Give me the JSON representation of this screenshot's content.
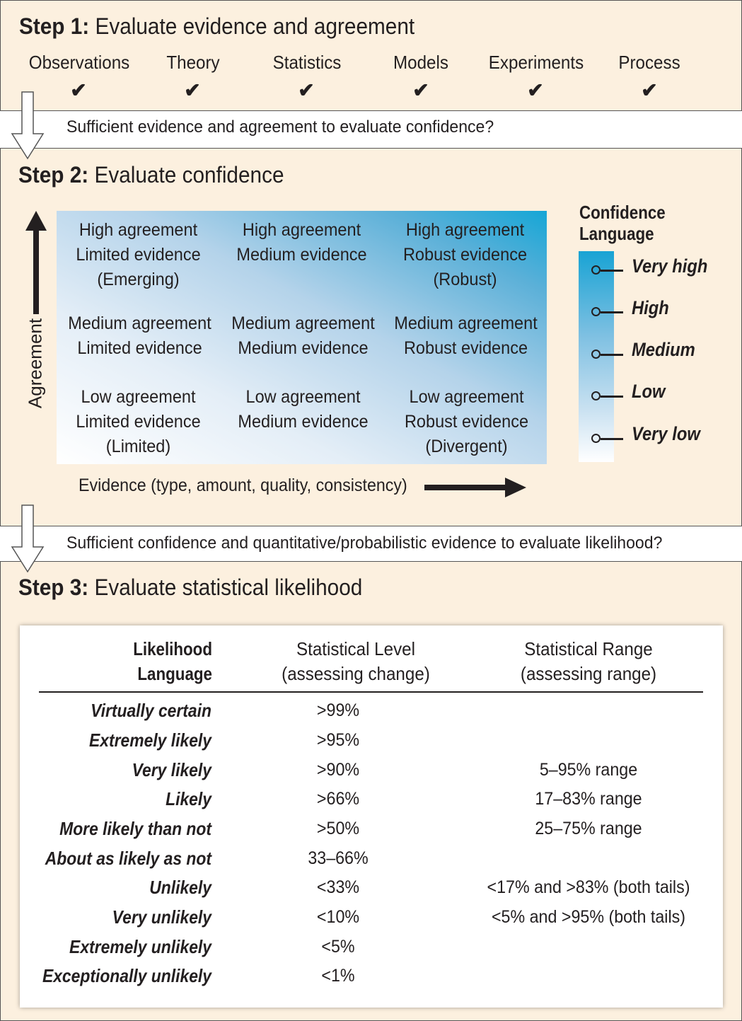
{
  "step1": {
    "title_bold": "Step 1:",
    "title_text": " Evaluate evidence and agreement",
    "categories": [
      "Observations",
      "Theory",
      "Statistics",
      "Models",
      "Experiments",
      "Process"
    ],
    "check": "✔"
  },
  "question1": "Sufficient evidence and agreement to evaluate confidence?",
  "step2": {
    "title_bold": "Step 2:",
    "title_text": " Evaluate confidence",
    "cells": [
      {
        "lines": [
          "High agreement",
          "Limited evidence",
          "(Emerging)"
        ]
      },
      {
        "lines": [
          "High agreement",
          "Medium evidence"
        ]
      },
      {
        "lines": [
          "High agreement",
          "Robust evidence",
          "(Robust)"
        ]
      },
      {
        "lines": [
          "Medium agreement",
          "Limited evidence"
        ]
      },
      {
        "lines": [
          "Medium agreement",
          "Medium evidence"
        ]
      },
      {
        "lines": [
          "Medium agreement",
          "Robust evidence"
        ]
      },
      {
        "lines": [
          "Low agreement",
          "Limited evidence",
          "(Limited)"
        ]
      },
      {
        "lines": [
          "Low agreement",
          "Medium evidence"
        ]
      },
      {
        "lines": [
          "Low agreement",
          "Robust evidence",
          "(Divergent)"
        ]
      }
    ],
    "agreement_label": "Agreement",
    "evidence_label": "Evidence (type, amount, quality, consistency)",
    "legend_title_1": "Confidence",
    "legend_title_2": "Language",
    "levels": [
      "Very high",
      "High",
      "Medium",
      "Low",
      "Very low"
    ]
  },
  "question2": "Sufficient confidence and quantitative/probabilistic evidence to evaluate likelihood?",
  "step3": {
    "title_bold": "Step 3:",
    "title_text": " Evaluate statistical likelihood",
    "header": {
      "col1_1": "Likelihood",
      "col1_2": "Language",
      "col2_1": "Statistical Level",
      "col2_2": "(assessing change)",
      "col3_1": "Statistical Range",
      "col3_2": "(assessing range)"
    },
    "rows": [
      {
        "label": "Virtually certain",
        "level": ">99%",
        "range": ""
      },
      {
        "label": "Extremely likely",
        "level": ">95%",
        "range": ""
      },
      {
        "label": "Very likely",
        "level": ">90%",
        "range": "5–95% range"
      },
      {
        "label": "Likely",
        "level": ">66%",
        "range": "17–83% range"
      },
      {
        "label": "More likely than not",
        "level": ">50%",
        "range": "25–75% range"
      },
      {
        "label": "About as likely as not",
        "level": "33–66%",
        "range": ""
      },
      {
        "label": "Unlikely",
        "level": "<33%",
        "range": "<17% and >83% (both tails)"
      },
      {
        "label": "Very unlikely",
        "level": "<10%",
        "range": "<5% and >95% (both tails)"
      },
      {
        "label": "Extremely unlikely",
        "level": "<5%",
        "range": ""
      },
      {
        "label": "Exceptionally unlikely",
        "level": "<1%",
        "range": ""
      }
    ]
  },
  "colors": {
    "panel_bg": "#fcf0df",
    "gradient_dark": "#15a6d6",
    "text": "#231f20"
  }
}
